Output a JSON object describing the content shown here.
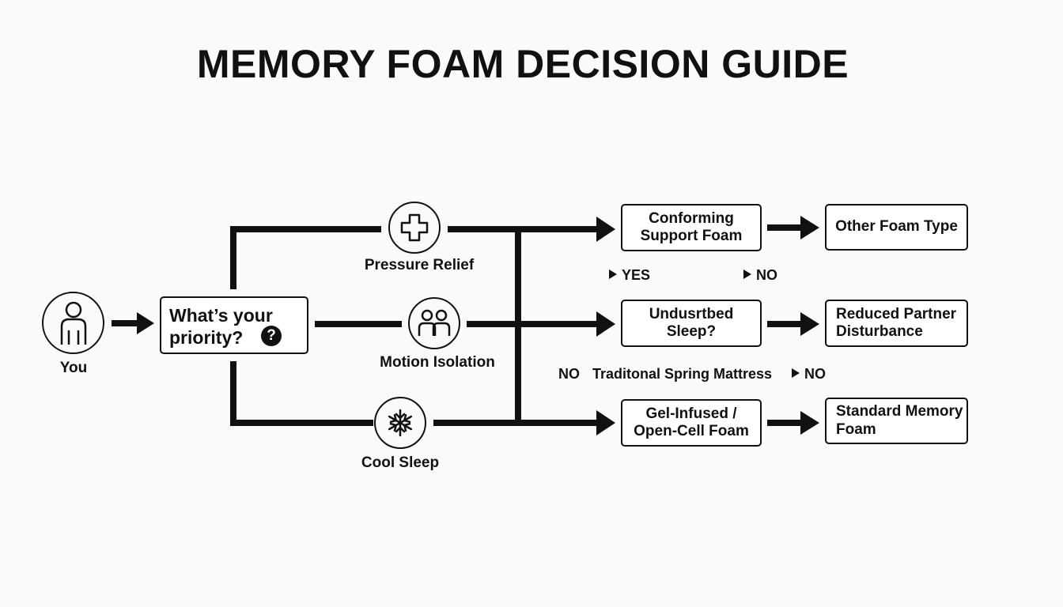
{
  "title": "MEMORY FOAM DECISION GUIDE",
  "start": {
    "label": "You",
    "icon": "person-icon"
  },
  "question": {
    "label": "What’s your priority?",
    "badge": "?",
    "badge_icon": "question-mark-icon"
  },
  "priorities": [
    {
      "label": "Pressure Relief",
      "icon": "medical-cross-icon"
    },
    {
      "label": "Motion Isolation",
      "icon": "two-people-icon"
    },
    {
      "label": "Cool Sleep",
      "icon": "snowflake-icon"
    }
  ],
  "results": {
    "row1": {
      "primary": "Conforming Support Foam",
      "alternative": "Other Foam Type"
    },
    "row2": {
      "primary": "Undusrtbed Sleep?",
      "alternative": "Reduced Partner Disturbance"
    },
    "row3": {
      "primary": "Gel-Infused / Open-Cell Foam",
      "alternative": "Standard Memory Foam"
    }
  },
  "branch_labels": {
    "yes": "YES",
    "no": "NO",
    "no_left": "NO",
    "traditional": "Traditonal Spring Mattress",
    "no_right": "NO"
  },
  "colors": {
    "ink": "#111111",
    "background": "#fafafa",
    "box_fill": "#ffffff"
  }
}
